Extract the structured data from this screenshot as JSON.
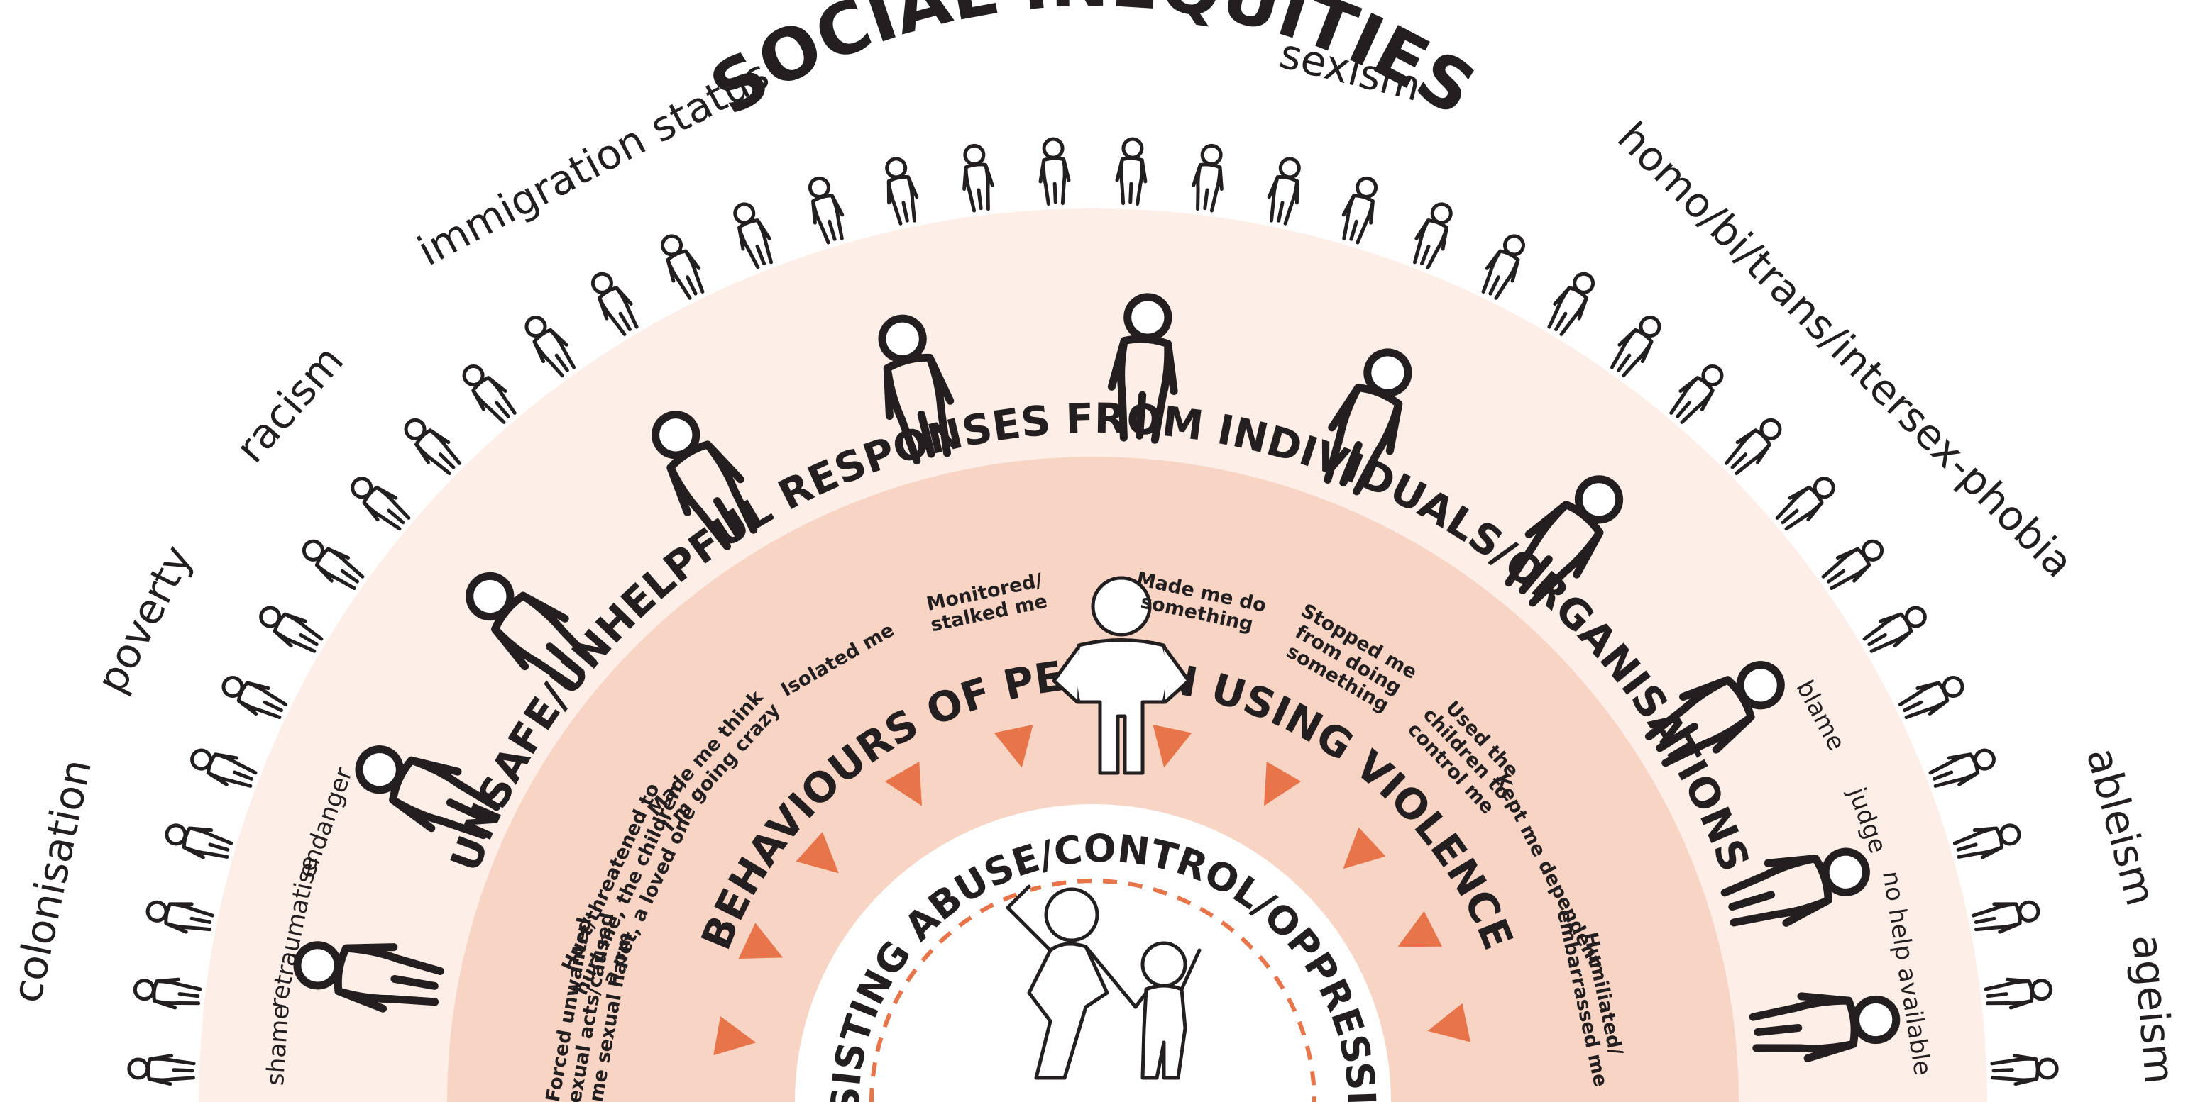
{
  "title": "SOCIAL INEQUITIES",
  "colors": {
    "ring_outer": "#fdeee7",
    "ring_middle": "#f7d4c4",
    "inner_disc": "#ffffff",
    "arrow": "#e8744a",
    "dashed": "#e8744a",
    "ink": "#231f20"
  },
  "social_inequities": [
    "colonisation",
    "poverty",
    "racism",
    "immigration status",
    "sexism",
    "homo/bi/trans/intersex-phobia",
    "ableism",
    "ageism"
  ],
  "ring1": {
    "heading": "UNSAFE/UNHELPFUL RESPONSES FROM INDIVIDUALS/ORGANISATIONS",
    "left_labels": [
      "shame",
      "retraumatise",
      "endanger"
    ],
    "right_labels": [
      "blame",
      "judge",
      "no help available"
    ]
  },
  "ring2": {
    "heading": "BEHAVIOURS OF PERSON USING VIOLENCE",
    "behaviours": [
      {
        "lines": [
          "Forced unwanted",
          "sexual acts/caused",
          "me sexual harm"
        ]
      },
      {
        "lines": [
          "Hurt/threatened to",
          "hurt me, the children,",
          "a pet, a loved one"
        ]
      },
      {
        "lines": [
          "Made me think",
          "I'm going crazy"
        ]
      },
      {
        "lines": [
          "Isolated me"
        ]
      },
      {
        "lines": [
          "Monitored/",
          "stalked me"
        ]
      },
      {
        "lines": [
          "Made me do",
          "something"
        ]
      },
      {
        "lines": [
          "Stopped me",
          "from doing",
          "something"
        ]
      },
      {
        "lines": [
          "Used the",
          "children to",
          "control me"
        ]
      },
      {
        "lines": [
          "Kept me dependent"
        ]
      },
      {
        "lines": [
          "Humiliated/",
          "embarrassed me"
        ]
      }
    ]
  },
  "center": {
    "heading": "RESISTING ABUSE/CONTROL/OPPRESSION"
  },
  "icons": {
    "crowd": "person-figure-icon",
    "responders": "person-figure-icon",
    "perpetrator": "person-hands-on-hips-icon",
    "survivor": "adult-and-child-icon",
    "arrow": "triangle-arrow-icon"
  }
}
